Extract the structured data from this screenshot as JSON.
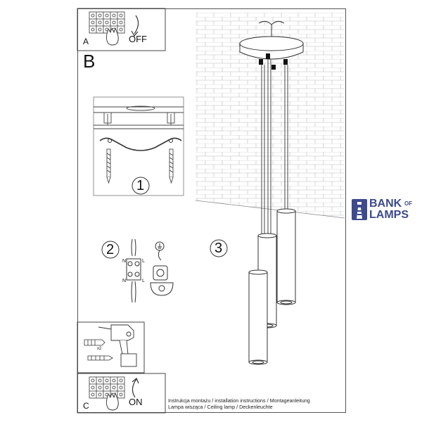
{
  "panels": {
    "a": {
      "letter": "A",
      "switch_label": "OFF"
    },
    "b": {
      "letter": "B"
    },
    "c": {
      "letter": "C",
      "switch_label": "ON"
    }
  },
  "steps": {
    "one": "1",
    "two": "2",
    "three": "3"
  },
  "wiring": {
    "n_top": "N",
    "l_top": "L",
    "n_bottom": "N",
    "l_bottom": "L"
  },
  "drill_kit": {
    "quantity": "x2"
  },
  "footer": {
    "line1": "Instrukcja montażu / installation instructions / Montageanleitung",
    "line2": "Lampa wisząca / Ceiling lamp / Deckenleuchte"
  },
  "logo": {
    "word1": "BANK",
    "word2": "OF",
    "word3": "LAMPS",
    "color": "#3d4a8c"
  }
}
